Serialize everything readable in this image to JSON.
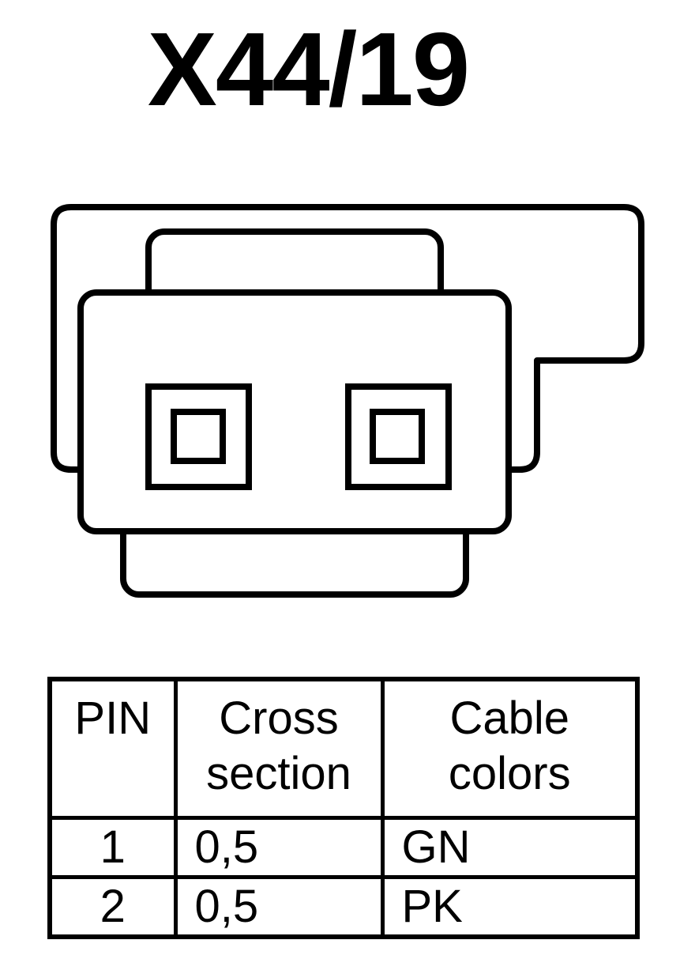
{
  "connector": {
    "title": "X44/19"
  },
  "table": {
    "headers": {
      "pin": "PIN",
      "cross_line1": "Cross",
      "cross_line2": "section",
      "color_line1": "Cable",
      "color_line2": "colors"
    },
    "rows": [
      {
        "pin": "1",
        "cross_section": "0,5",
        "color": "GN"
      },
      {
        "pin": "2",
        "cross_section": "0,5",
        "color": "PK"
      }
    ]
  }
}
